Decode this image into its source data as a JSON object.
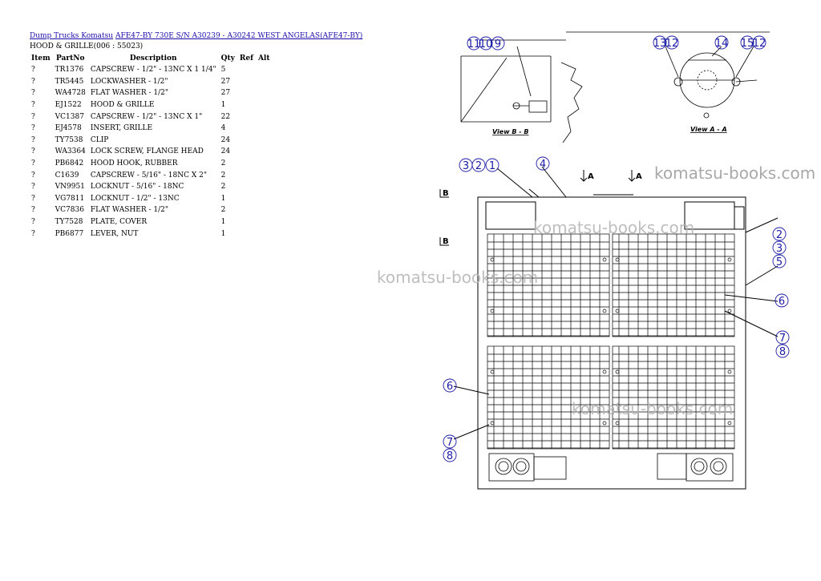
{
  "breadcrumb": {
    "link1": "Dump Trucks Komatsu",
    "link2": "AFE47-BY 730E S/N A30239 - A30242 WEST ANGELAS(AFE47-BY)"
  },
  "subtitle": "HOOD & GRILLE(006 : 55023)",
  "table": {
    "headers": [
      "Item",
      "PartNo",
      "Description",
      "Qty",
      "Ref",
      "Alt"
    ],
    "rows": [
      {
        "item": "?",
        "part": "TR1376",
        "desc": "CAPSCREW - 1/2\" - 13NC X 1 1/4\"",
        "qty": "5"
      },
      {
        "item": "?",
        "part": "TR5445",
        "desc": "LOCKWASHER - 1/2\"",
        "qty": "27"
      },
      {
        "item": "?",
        "part": "WA4728",
        "desc": "FLAT WASHER - 1/2\"",
        "qty": "27"
      },
      {
        "item": "?",
        "part": "EJ1522",
        "desc": "HOOD & GRILLE",
        "qty": "1"
      },
      {
        "item": "?",
        "part": "VC1387",
        "desc": "CAPSCREW - 1/2\" - 13NC X 1\"",
        "qty": "22"
      },
      {
        "item": "?",
        "part": "EJ4578",
        "desc": "INSERT, GRILLE",
        "qty": "4"
      },
      {
        "item": "?",
        "part": "TY7538",
        "desc": "CLIP",
        "qty": "24"
      },
      {
        "item": "?",
        "part": "WA3364",
        "desc": "LOCK SCREW, FLANGE HEAD",
        "qty": "24"
      },
      {
        "item": "?",
        "part": "PB6842",
        "desc": "HOOD HOOK, RUBBER",
        "qty": "2"
      },
      {
        "item": "?",
        "part": "C1639",
        "desc": "CAPSCREW - 5/16\" - 18NC X 2\"",
        "qty": "2"
      },
      {
        "item": "?",
        "part": "VN9951",
        "desc": "LOCKNUT - 5/16\" - 18NC",
        "qty": "2"
      },
      {
        "item": "?",
        "part": "VG7811",
        "desc": "LOCKNUT - 1/2\" - 13NC",
        "qty": "1"
      },
      {
        "item": "?",
        "part": "VC7836",
        "desc": "FLAT WASHER - 1/2\"",
        "qty": "2"
      },
      {
        "item": "?",
        "part": "TY7528",
        "desc": "PLATE, COVER",
        "qty": "1"
      },
      {
        "item": "?",
        "part": "PB6877",
        "desc": "LEVER, NUT",
        "qty": "1"
      }
    ]
  },
  "diagram": {
    "view_b_label": "View B - B",
    "view_a_label": "View A - A",
    "section_a": "A",
    "section_b": "B",
    "callouts_top_left": [
      "11",
      "10",
      "9"
    ],
    "callouts_top_mid": [
      "13",
      "12"
    ],
    "callout_14": "14",
    "callouts_top_right": [
      "15",
      "12"
    ],
    "callouts_main_top": [
      "3",
      "2",
      "1"
    ],
    "callout_4": "4",
    "callouts_right": [
      "2",
      "3",
      "5"
    ],
    "callout_6": "6",
    "callouts_78": [
      "7",
      "8"
    ],
    "line_color": "#000000",
    "callout_color": "#1a1aa6"
  },
  "watermark": "komatsu-books.com"
}
